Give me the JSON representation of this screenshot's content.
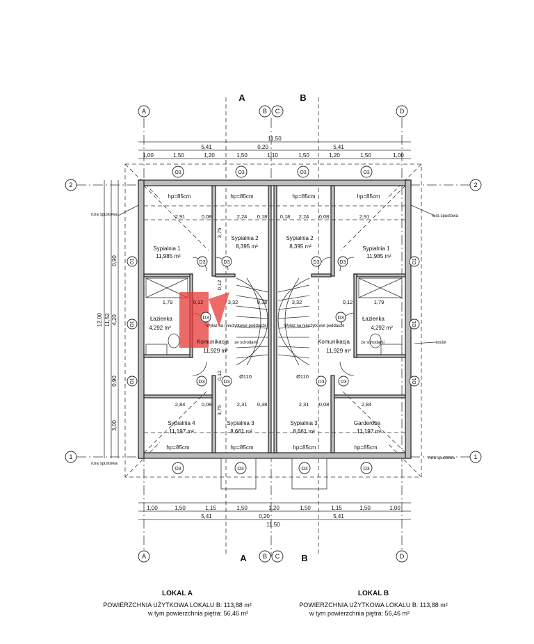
{
  "section_labels": [
    "A",
    "B"
  ],
  "grid_labels": {
    "A": "A",
    "B": "B",
    "C": "C",
    "D": "D",
    "one": "1",
    "two": "2"
  },
  "dims_top": {
    "total": "11,50",
    "half_left": "5,41",
    "middle": "0,20",
    "half_right": "5,41",
    "segments": [
      "1,00",
      "1,50",
      "1,20",
      "1,50",
      "1,10",
      "1,50",
      "1,20",
      "1,50",
      "1,00"
    ]
  },
  "dims_bottom": {
    "total": "11,50",
    "half_left": "5,41",
    "middle": "0,20",
    "half_right": "5,41",
    "segments": [
      "1,00",
      "1,50",
      "1,15",
      "1,50",
      "1,20",
      "1,50",
      "1,15",
      "1,50",
      "1,00"
    ]
  },
  "dims_left": {
    "outer": "12,00",
    "inner": "11,52",
    "seg_a": "0,90",
    "seg_b": "4,20",
    "seg_c": "0,90",
    "seg_d": "3,00"
  },
  "window_tag": "O3",
  "window_tag_side": "O1",
  "door_tag": "D3",
  "rooms": {
    "hp": "hp=85cm",
    "sypialnia1": "Sypialnia 1",
    "sypialnia1_area": "11,985 m²",
    "sypialnia2": "Sypialnia 2",
    "sypialnia2_area": "8,395 m²",
    "lazienka": "Łazienka",
    "lazienka_area": "4,292 m²",
    "komunikacja": "Komunikacja",
    "komunikacja_area": "11,929 m²",
    "sypialnia4": "Sypialnia 4",
    "sypialnia4_area": "11,197 m²",
    "sypialnia3": "Sypialnia 3",
    "sypialnia3_area": "8,661 m²",
    "garderoba": "Garderoba",
    "garderoba_area": "11,197 m²",
    "wylaz": "Wyłaz na nieużytkowe poddasze"
  },
  "interior_dims": {
    "d291": "2,91",
    "d008": "0,08",
    "d224": "2,24",
    "d018": "0,18",
    "d012": "0,12",
    "d375": "3,75",
    "d179": "1,79",
    "d332": "3,32",
    "d038": "0,38",
    "d284": "2,84",
    "d231": "2,31",
    "d110": "Ø110"
  },
  "notes": {
    "rura": "rura spustowa",
    "kociol": "kocioł",
    "ze_schodami": "ze schodami"
  },
  "footer": {
    "lokal_a": "LOKAL A",
    "lokal_a_area": "POWIERZCHNIA UŻYTKOWA LOKALU B: 113,88 m²",
    "lokal_a_floor": "w tym powierzchnia piętra: 56,46 m²",
    "lokal_b": "LOKAL B",
    "lokal_b_area": "POWIERZCHNIA UŻYTKOWA LOKALU B: 113,88 m²",
    "lokal_b_floor": "w tym powierzchnia piętra: 56,46 m²"
  },
  "colors": {
    "wall": "#bdbdbd",
    "line": "#222222",
    "watermark": "#e53935"
  }
}
